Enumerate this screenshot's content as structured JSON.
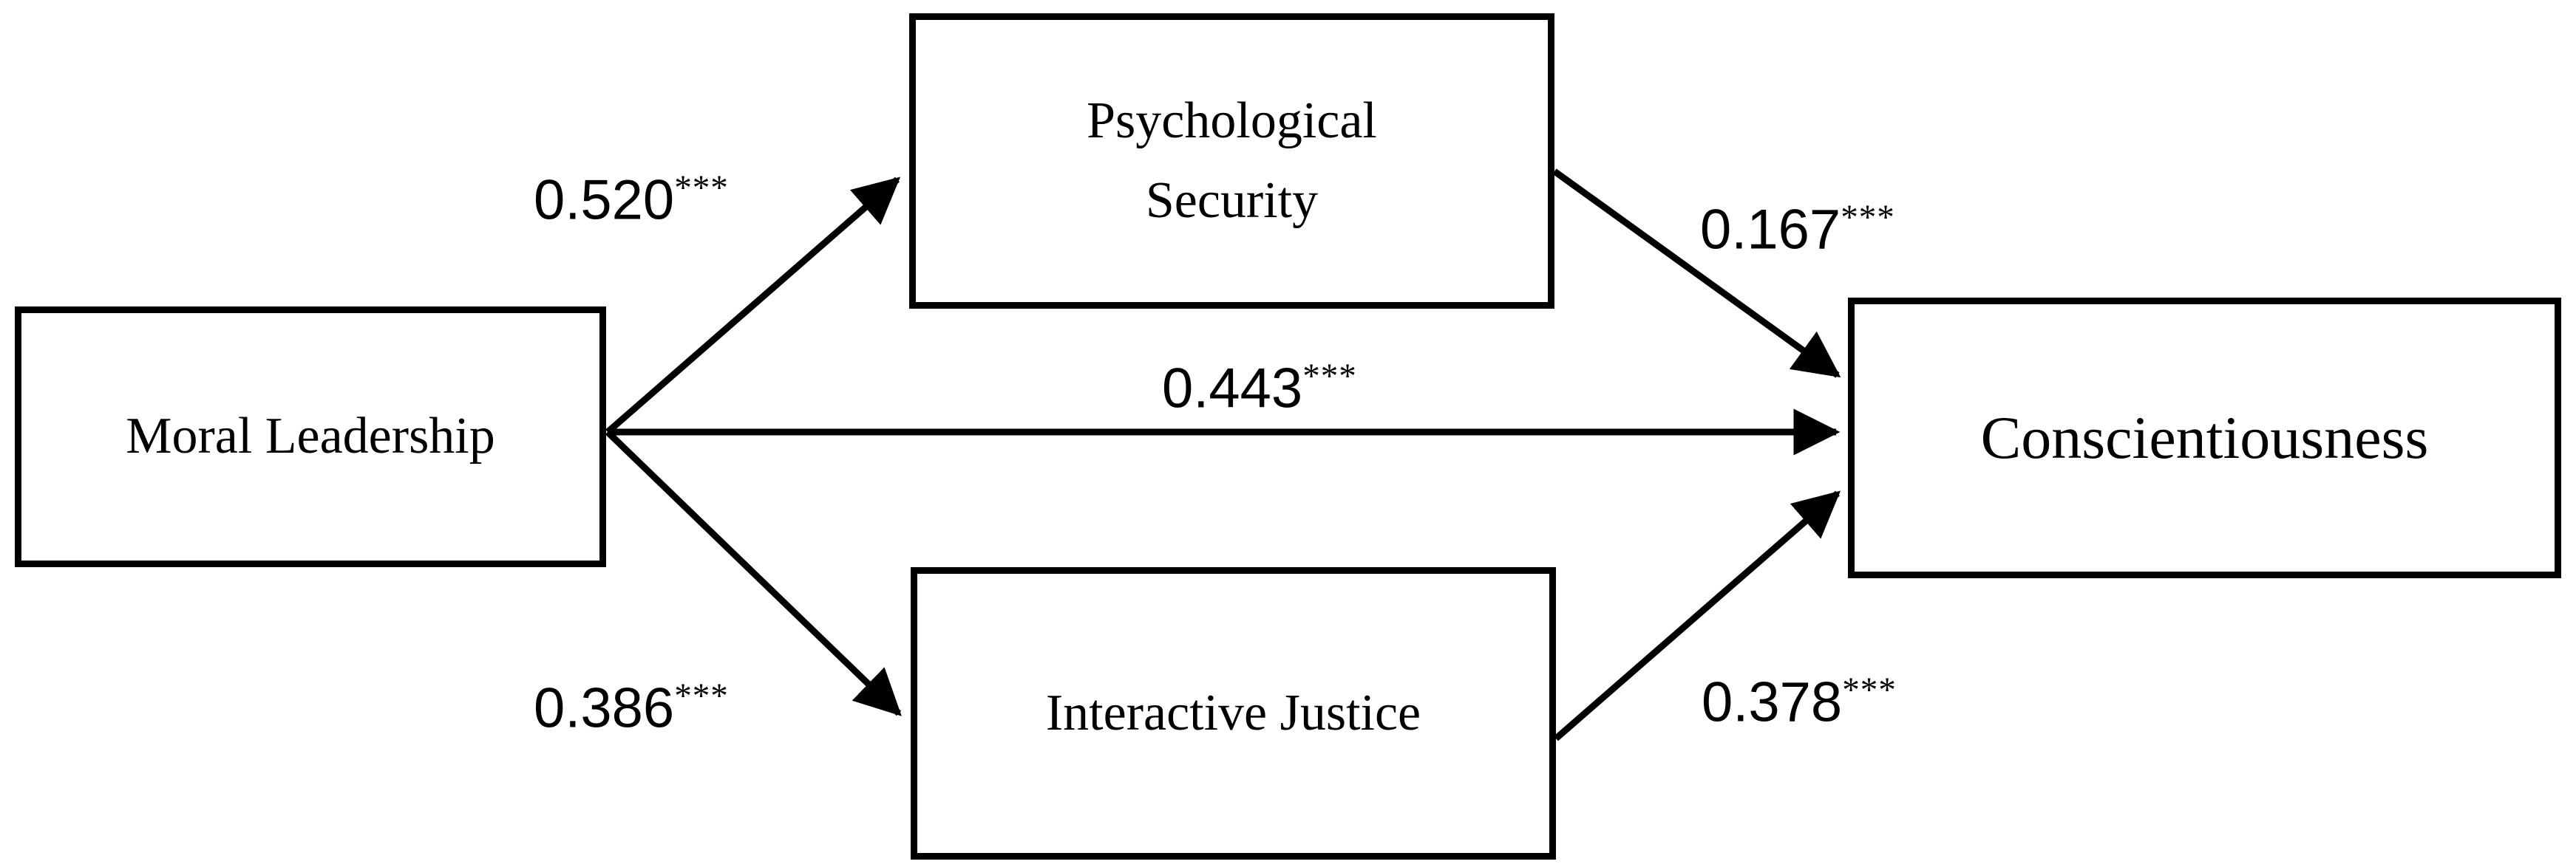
{
  "diagram": {
    "type": "path-diagram",
    "background_color": "#ffffff",
    "stroke_color": "#000000",
    "nodes": [
      {
        "id": "moral-leadership",
        "label": "Moral Leadership"
      },
      {
        "id": "psychological-security",
        "label": "Psychological\nSecurity"
      },
      {
        "id": "interactive-justice",
        "label": "Interactive Justice"
      },
      {
        "id": "conscientiousness",
        "label": "Conscientiousness"
      }
    ],
    "edges": [
      {
        "id": "ml-ps",
        "from": "moral-leadership",
        "to": "psychological-security",
        "coefficient": "0.520",
        "significance": "***"
      },
      {
        "id": "ml-c",
        "from": "moral-leadership",
        "to": "conscientiousness",
        "coefficient": "0.443",
        "significance": "***"
      },
      {
        "id": "ml-ij",
        "from": "moral-leadership",
        "to": "interactive-justice",
        "coefficient": "0.386",
        "significance": "***"
      },
      {
        "id": "ps-c",
        "from": "psychological-security",
        "to": "conscientiousness",
        "coefficient": "0.167",
        "significance": "***"
      },
      {
        "id": "ij-c",
        "from": "interactive-justice",
        "to": "conscientiousness",
        "coefficient": "0.378",
        "significance": "***"
      }
    ]
  }
}
